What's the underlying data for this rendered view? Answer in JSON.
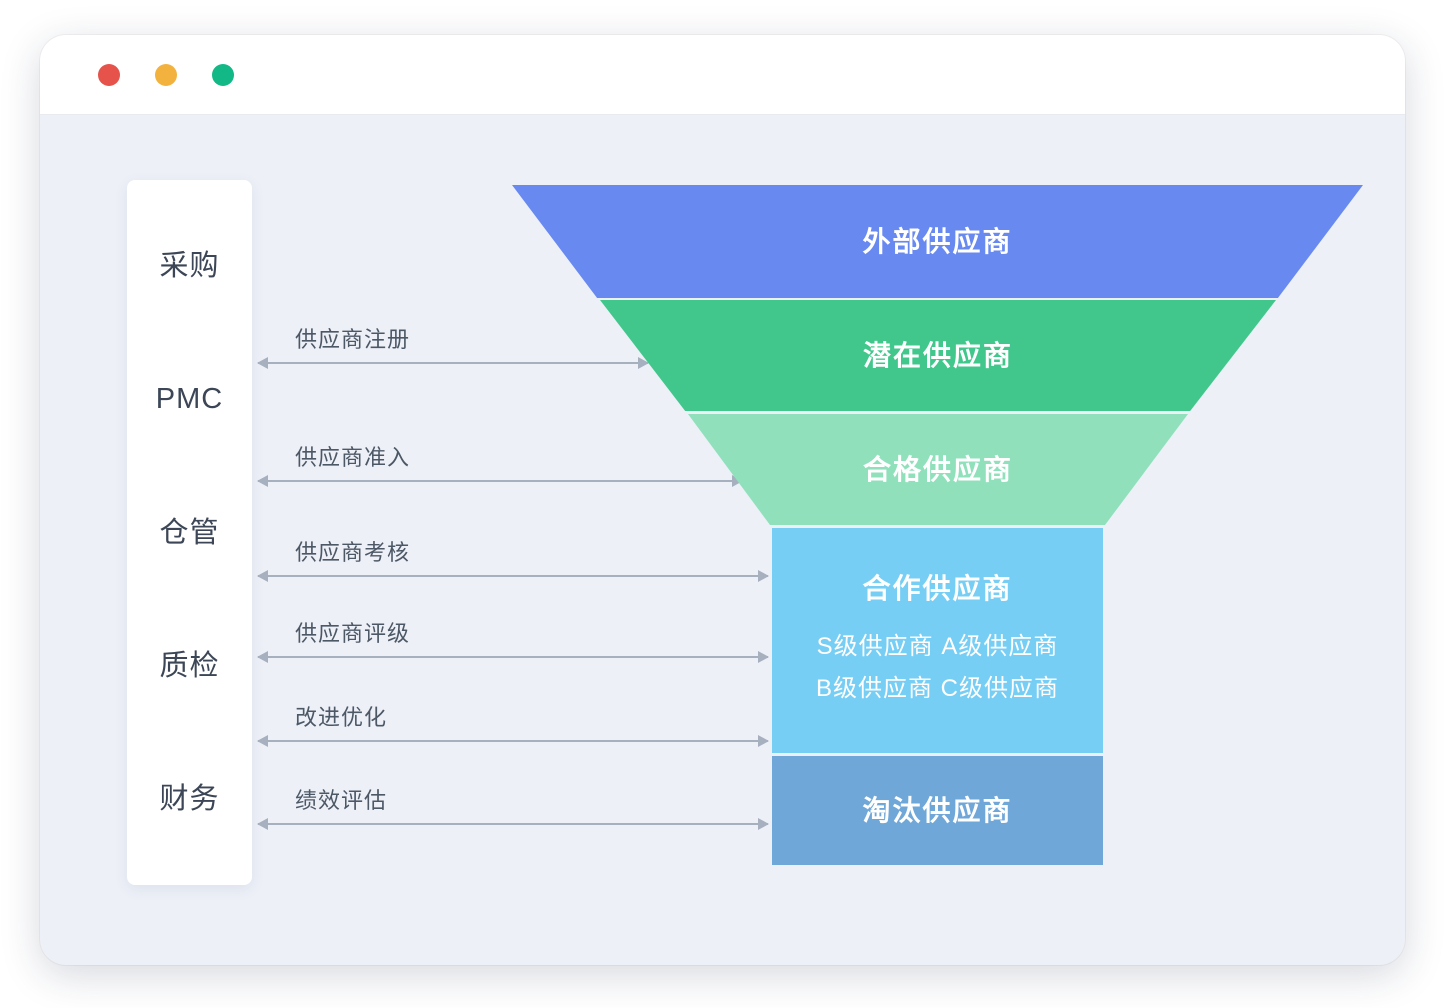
{
  "window": {
    "traffic_lights": {
      "close": "#e5534b",
      "minimize": "#f3b23e",
      "zoom": "#12b886"
    }
  },
  "sidebar": {
    "items": [
      "采购",
      "PMC",
      "仓管",
      "质检",
      "财务"
    ]
  },
  "processes": [
    "供应商注册",
    "供应商准入",
    "供应商考核",
    "供应商评级",
    "改进优化",
    "绩效评估"
  ],
  "funnel": {
    "layers": [
      {
        "label": "外部供应商",
        "color": "#6889f0"
      },
      {
        "label": "潜在供应商",
        "color": "#41c78c"
      },
      {
        "label": "合格供应商",
        "color": "#90e0bc"
      },
      {
        "label": "合作供应商",
        "color": "#77cef5",
        "sub": [
          "S级供应商  A级供应商",
          "B级供应商  C级供应商"
        ]
      },
      {
        "label": "淘汰供应商",
        "color": "#6fa7d9"
      }
    ]
  }
}
